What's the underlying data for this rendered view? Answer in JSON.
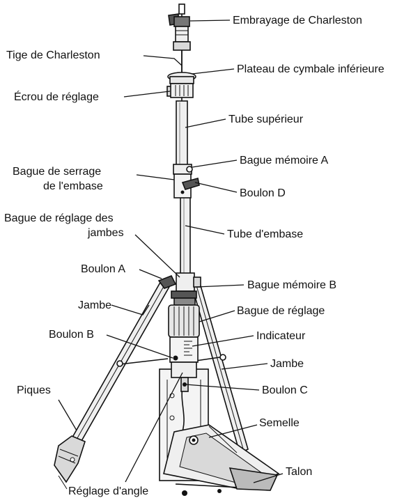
{
  "labels": {
    "hihat_clutch": "Embrayage de Charleston",
    "hihat_rod": "Tige de Charleston",
    "bottom_cymbal_seat": "Plateau de cymbale inférieure",
    "adjust_nut": "Écrou de réglage",
    "top_tube": "Tube supérieur",
    "memory_lock_a": "Bague mémoire A",
    "base_clamp_1": "Bague de serrage",
    "base_clamp_2": "de l'embase",
    "bolt_d": "Boulon D",
    "leg_adjust_1": "Bague de réglage des",
    "leg_adjust_2": "jambes",
    "base_tube": "Tube d'embase",
    "bolt_a": "Boulon A",
    "memory_lock_b": "Bague mémoire B",
    "leg_left": "Jambe",
    "adjust_ring": "Bague de réglage",
    "bolt_b": "Boulon B",
    "indicator": "Indicateur",
    "leg_right": "Jambe",
    "bolt_c": "Boulon C",
    "spikes": "Piques",
    "footboard": "Semelle",
    "heel": "Talon",
    "angle_adjust": "Réglage d'angle"
  },
  "colors": {
    "ink": "#111111",
    "metal": "#d9d9d9",
    "metal_light": "#efefef",
    "dark_part": "#555555",
    "background": "#ffffff"
  }
}
